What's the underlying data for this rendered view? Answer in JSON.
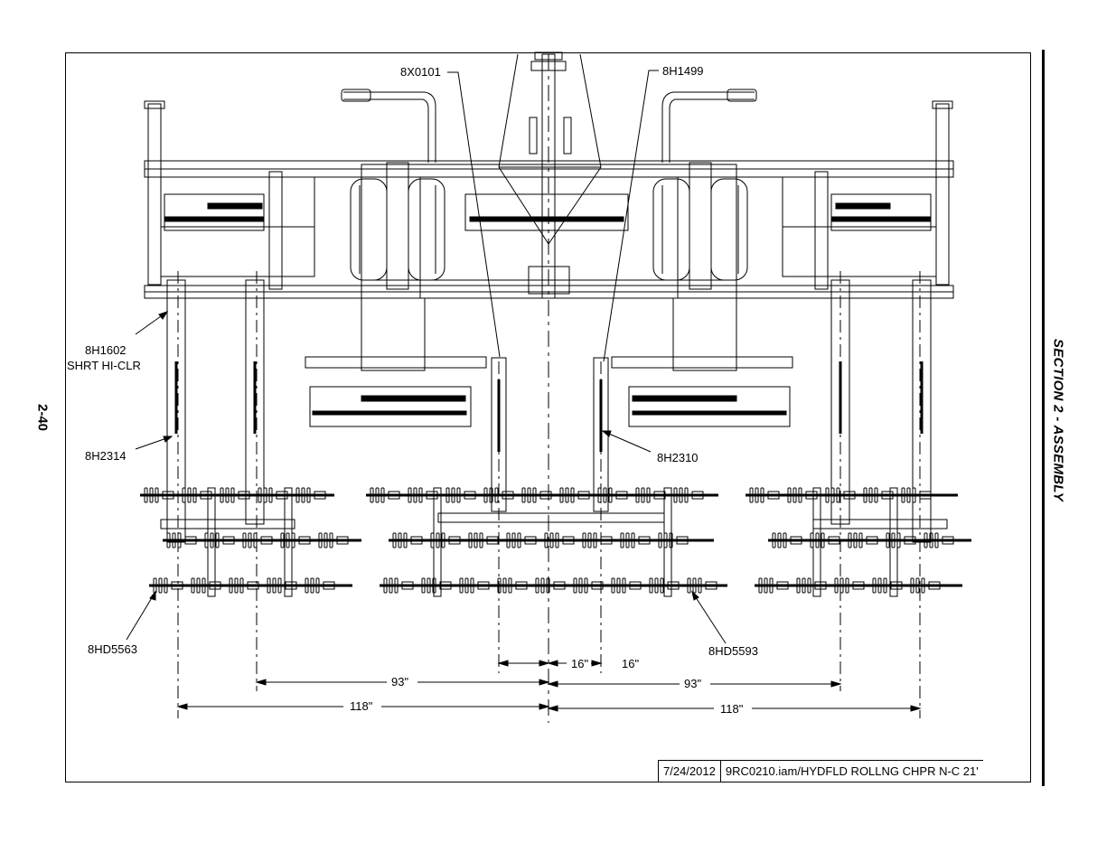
{
  "page_number": "2-40",
  "section_title": "SECTION 2 - ASSEMBLY",
  "titleblock": {
    "date": "7/24/2012",
    "file": "9RC0210.iam/HYDFLD ROLLNG CHPR N-C 21'"
  },
  "callouts": {
    "c8x0101": "8X0101",
    "c8h1499": "8H1499",
    "c8h1602_a": "8H1602",
    "c8h1602_b": "SHRT HI-CLR",
    "c8h2314": "8H2314",
    "c8h2310": "8H2310",
    "c8hd5563": "8HD5563",
    "c8hd5593": "8HD5593"
  },
  "dimensions": {
    "d16_left": "16\"",
    "d16_right": "16\"",
    "d93_left": "93\"",
    "d93_right": "93\"",
    "d118_left": "118\"",
    "d118_right": "118\""
  }
}
